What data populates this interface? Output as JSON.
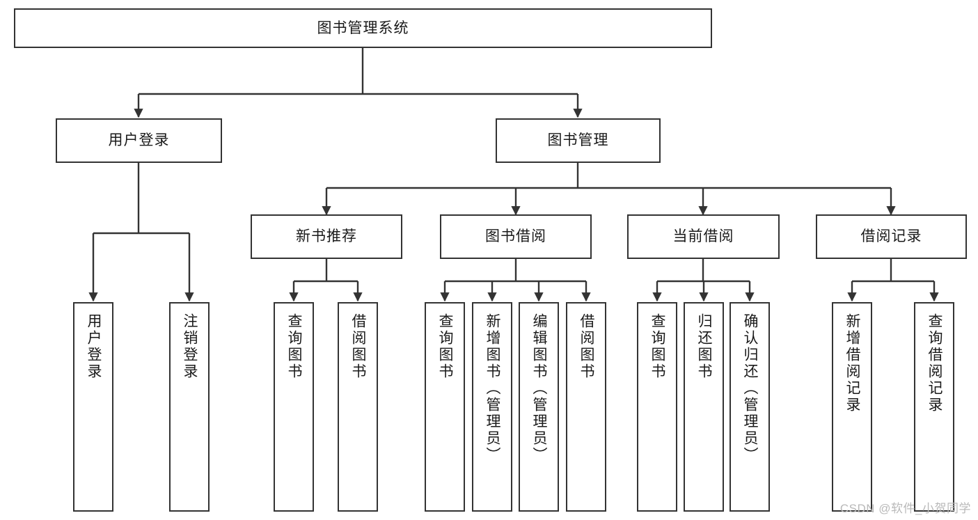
{
  "diagram": {
    "type": "tree",
    "title": "图书管理系统",
    "watermark": "CSDN @软件_小贺同学",
    "colors": {
      "node_border": "#333333",
      "node_fill": "#ffffff",
      "edge": "#333333",
      "text": "#1a1a1a",
      "watermark": "#b9b9b9",
      "background": "#ffffff"
    },
    "root": {
      "id": "root",
      "label": "图书管理系统"
    },
    "level2": [
      {
        "id": "user-login",
        "label": "用户登录"
      },
      {
        "id": "book-manage",
        "label": "图书管理"
      }
    ],
    "level3": [
      {
        "id": "new-book-rec",
        "label": "新书推荐",
        "parent": "book-manage"
      },
      {
        "id": "book-borrow",
        "label": "图书借阅",
        "parent": "book-manage"
      },
      {
        "id": "current-borrow",
        "label": "当前借阅",
        "parent": "book-manage"
      },
      {
        "id": "borrow-record",
        "label": "借阅记录",
        "parent": "book-manage"
      }
    ],
    "leaves": {
      "user-login": [
        {
          "id": "leaf-user-login",
          "label": "用户登录"
        },
        {
          "id": "leaf-logout",
          "label": "注销登录"
        }
      ],
      "new-book-rec": [
        {
          "id": "leaf-query-book-1",
          "label": "查询图书"
        },
        {
          "id": "leaf-borrow-book-1",
          "label": "借阅图书"
        }
      ],
      "book-borrow": [
        {
          "id": "leaf-query-book-2",
          "label": "查询图书"
        },
        {
          "id": "leaf-add-book",
          "label": "新增图书（管理员）"
        },
        {
          "id": "leaf-edit-book",
          "label": "编辑图书（管理员）"
        },
        {
          "id": "leaf-borrow-book-2",
          "label": "借阅图书"
        }
      ],
      "current-borrow": [
        {
          "id": "leaf-query-book-3",
          "label": "查询图书"
        },
        {
          "id": "leaf-return-book",
          "label": "归还图书"
        },
        {
          "id": "leaf-confirm-return",
          "label": "确认归还（管理员）"
        }
      ],
      "borrow-record": [
        {
          "id": "leaf-add-record",
          "label": "新增借阅记录"
        },
        {
          "id": "leaf-query-record",
          "label": "查询借阅记录"
        }
      ]
    }
  }
}
